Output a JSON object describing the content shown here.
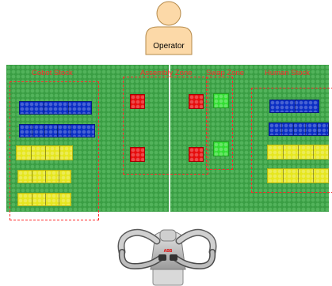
{
  "operator": {
    "label": "Operator"
  },
  "zones": {
    "cobot_stock": "Cobot Stock",
    "assembly_zone": "Assembly Zone",
    "swap_zone": "Swap Zone",
    "human_stock": "Human Stock"
  },
  "robot": {
    "logo_text": "ABB"
  },
  "colors": {
    "board": "#3a9e44",
    "blue_brick": "#0a2ec4",
    "yellow_brick": "#e6e61e",
    "red_brick": "#e60d0d",
    "green_brick": "#33dd33",
    "zone_outline": "#ff2a2a",
    "operator_fill": "#fcd9a8"
  }
}
